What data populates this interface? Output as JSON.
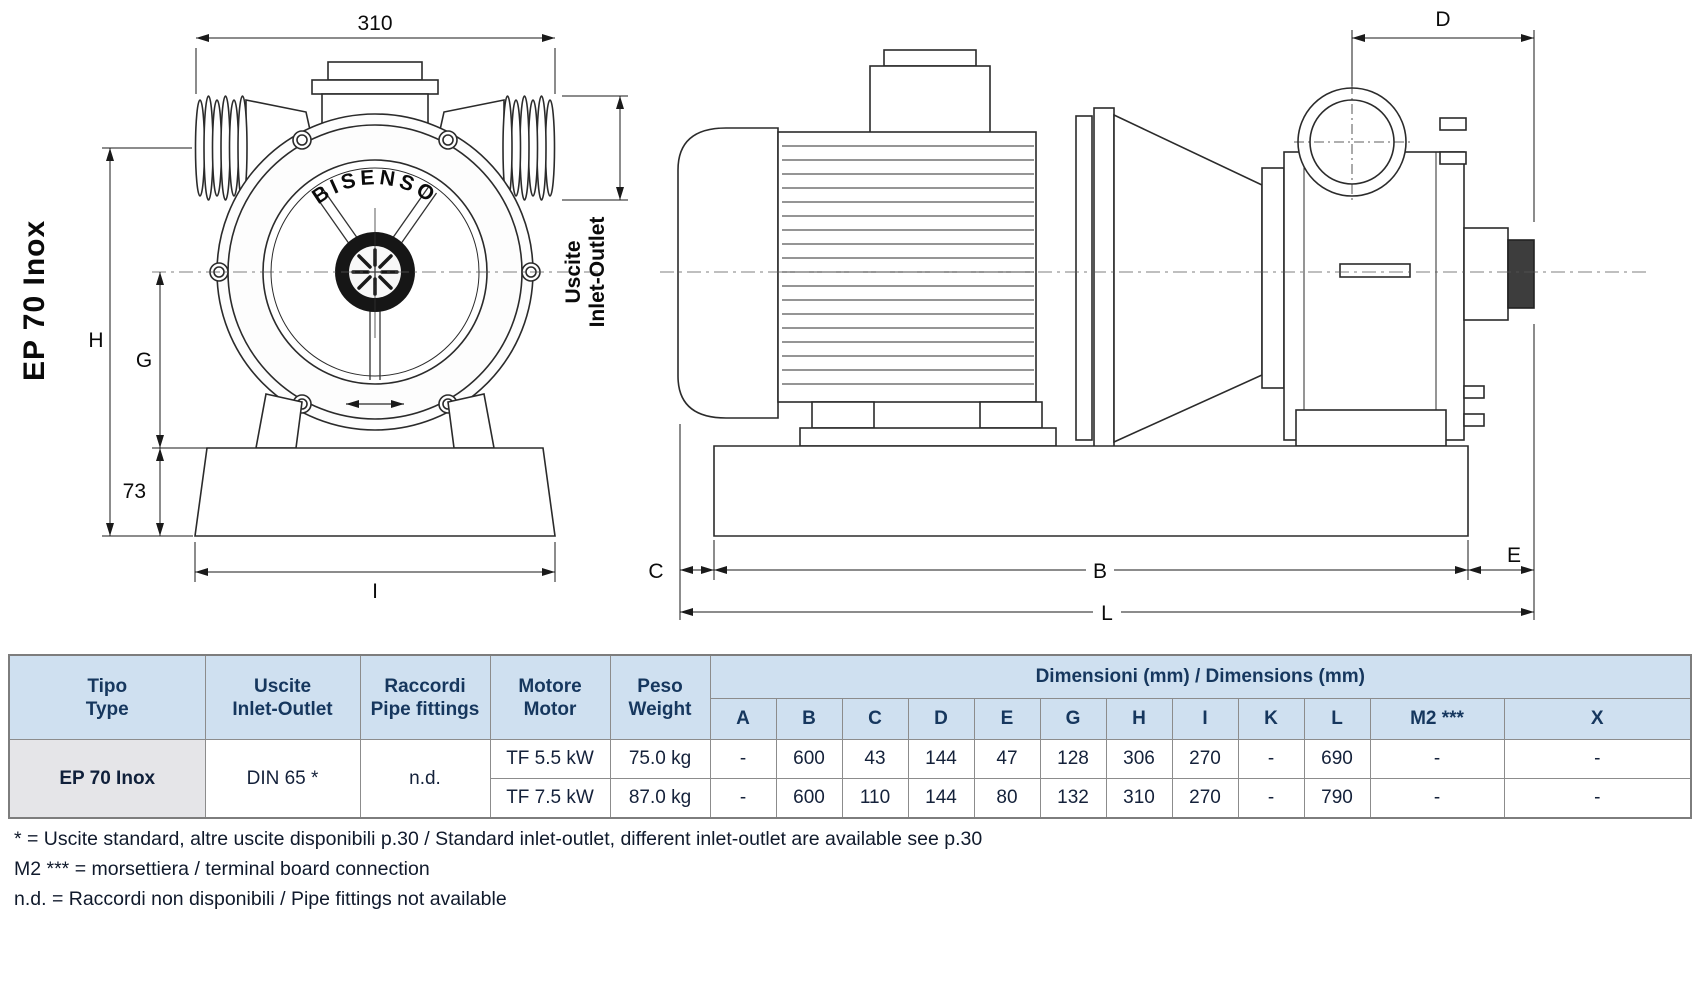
{
  "page": {
    "model_label": "EP 70 Inox",
    "brand": "BISENSO"
  },
  "front_view": {
    "dims": {
      "width_top": "310",
      "h": "H",
      "g": "G",
      "base_height": "73",
      "i": "I",
      "outlet_line1": "Uscite",
      "outlet_line2": "Inlet-Outlet",
      "arrow_glyph": ""
    }
  },
  "side_view": {
    "dims": {
      "c": "C",
      "b": "B",
      "e": "E",
      "l": "L",
      "d": "D"
    }
  },
  "table": {
    "head": {
      "tipo": [
        "Tipo",
        "Type"
      ],
      "uscite": [
        "Uscite",
        "Inlet-Outlet"
      ],
      "raccordi": [
        "Raccordi",
        "Pipe fittings"
      ],
      "motore": [
        "Motore",
        "Motor"
      ],
      "peso": [
        "Peso",
        "Weight"
      ],
      "dimensions_title": "Dimensioni (mm) / Dimensions (mm)",
      "dim_cols": [
        "A",
        "B",
        "C",
        "D",
        "E",
        "G",
        "H",
        "I",
        "K",
        "L",
        "M2 ***",
        "X"
      ]
    },
    "body": {
      "type": "EP 70 Inox",
      "inlet_outlet": "DIN 65 *",
      "pipe_fittings": "n.d.",
      "rows": [
        {
          "motor": "TF 5.5 kW",
          "weight": "75.0 kg",
          "dims": [
            "-",
            "600",
            "43",
            "144",
            "47",
            "128",
            "306",
            "270",
            "-",
            "690",
            "-",
            "-"
          ]
        },
        {
          "motor": "TF 7.5 kW",
          "weight": "87.0 kg",
          "dims": [
            "-",
            "600",
            "110",
            "144",
            "80",
            "132",
            "310",
            "270",
            "-",
            "790",
            "-",
            "-"
          ]
        }
      ]
    }
  },
  "footnotes": [
    "* = Uscite standard, altre uscite disponibili p.30 / Standard inlet-outlet, different inlet-outlet are available see p.30",
    "M2 *** = morsettiera / terminal board connection",
    "n.d. = Raccordi non disponibili / Pipe fittings not available"
  ]
}
